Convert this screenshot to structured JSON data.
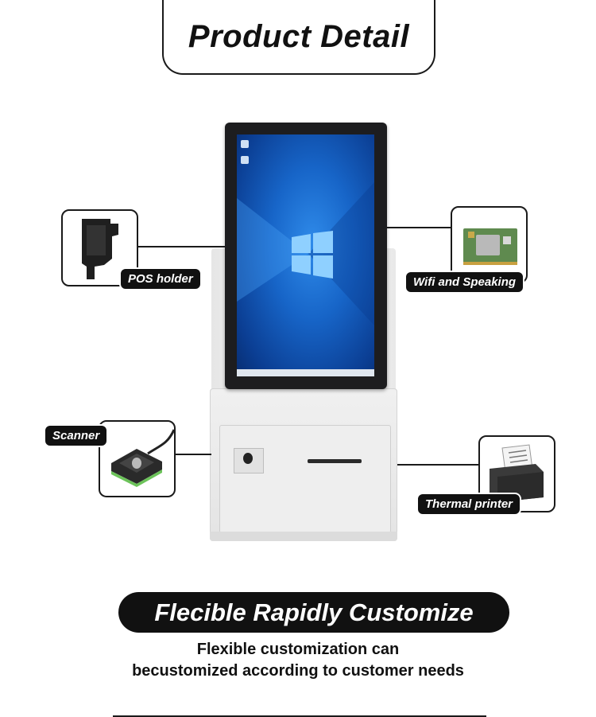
{
  "header": {
    "title": "Product Detail"
  },
  "features": {
    "pos_holder": {
      "label": "POS holder",
      "icon": "pos-holder-icon"
    },
    "wifi": {
      "label": "Wifi and Speaking",
      "icon": "wifi-module-icon"
    },
    "scanner": {
      "label": "Scanner",
      "icon": "fingerprint-scanner-icon"
    },
    "printer": {
      "label": "Thermal printer",
      "icon": "thermal-printer-icon"
    }
  },
  "banner": {
    "title": "Flecible Rapidly Customize"
  },
  "description": {
    "line1": "Flexible customization can",
    "line2": "becustomized according to customer needs"
  },
  "colors": {
    "ink": "#111111",
    "screen_blue": "#1765c8",
    "kiosk_white": "#eeeeee"
  }
}
